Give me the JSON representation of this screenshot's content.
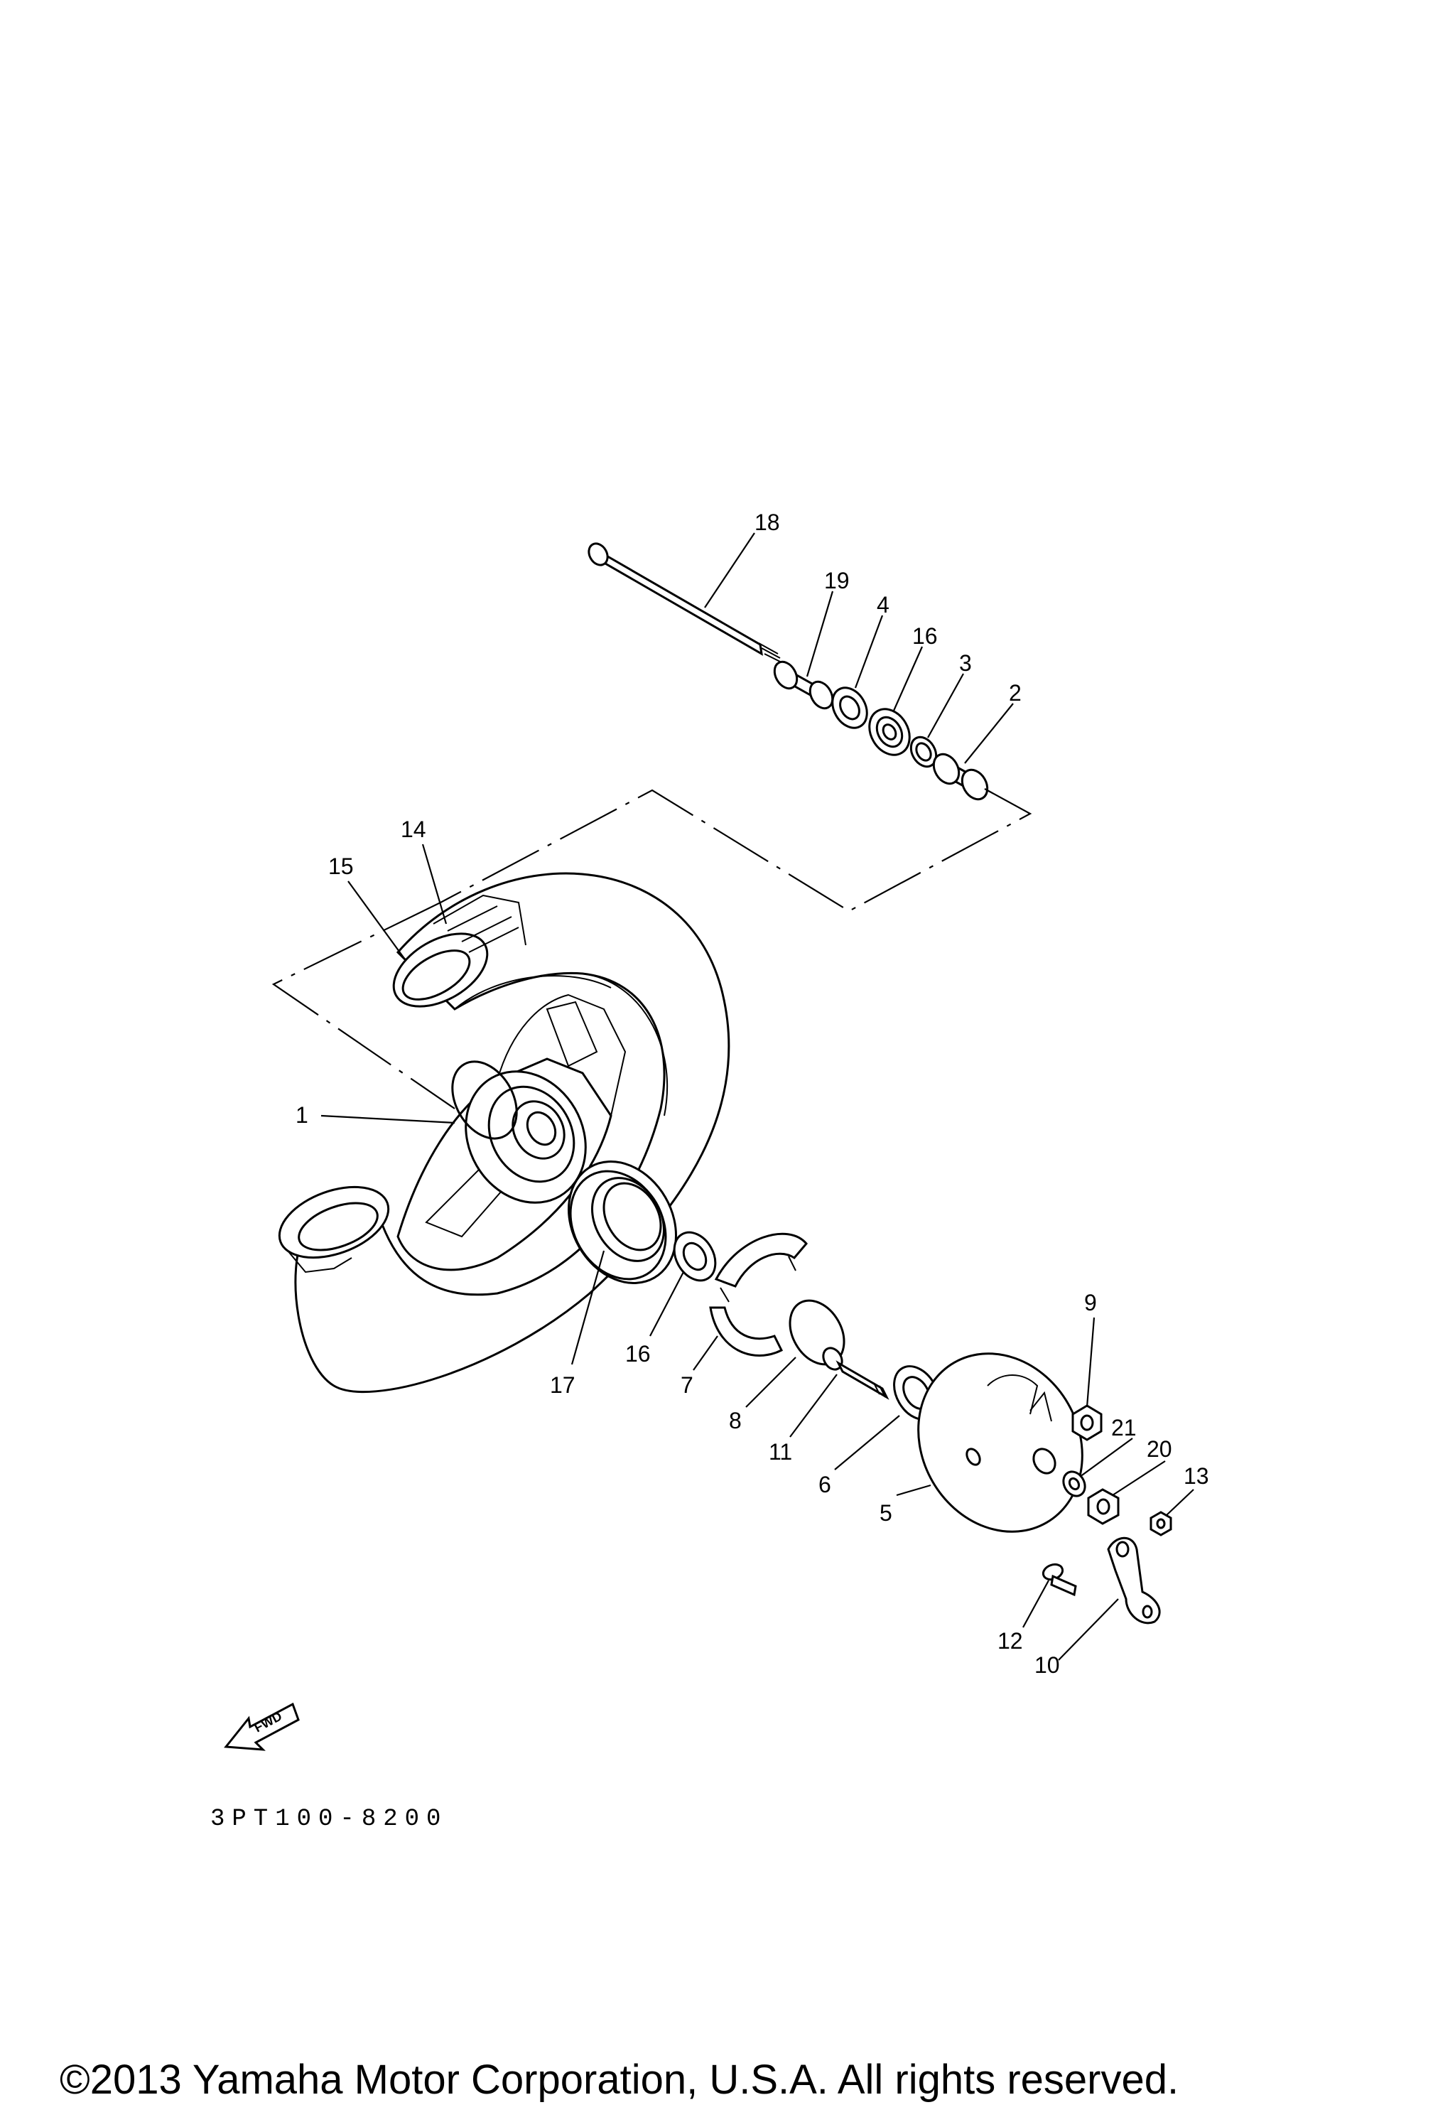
{
  "diagram": {
    "callouts": [
      "1",
      "2",
      "3",
      "4",
      "5",
      "6",
      "7",
      "8",
      "9",
      "10",
      "11",
      "12",
      "13",
      "14",
      "15",
      "16",
      "16",
      "17",
      "18",
      "19",
      "20",
      "21"
    ],
    "fwd_label": "FWD",
    "diagram_code": "3PT100-8200",
    "copyright": "©2013 Yamaha Motor Corporation, U.S.A. All rights reserved."
  }
}
